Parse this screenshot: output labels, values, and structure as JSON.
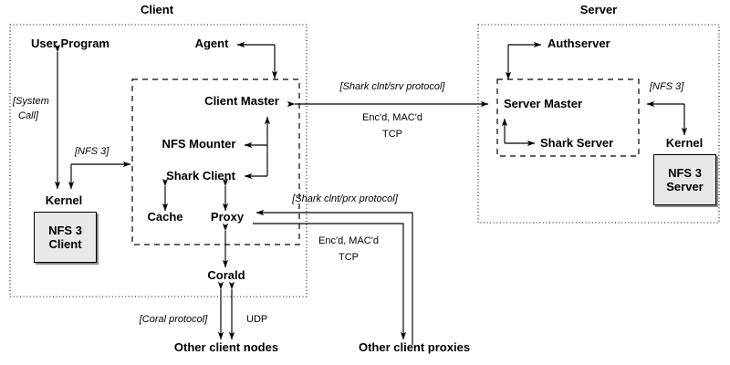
{
  "diagram": {
    "title_left": "Client",
    "title_right": "Server",
    "nodes": {
      "user_program": "User Program",
      "agent": "Agent",
      "client_master": "Client Master",
      "nfs_mounter": "NFS Mounter",
      "shark_client": "Shark Client",
      "cache": "Cache",
      "proxy": "Proxy",
      "corald": "Corald",
      "client_kernel": "Kernel",
      "client_kernel_box_line1": "NFS 3",
      "client_kernel_box_line2": "Client",
      "other_client_nodes": "Other client nodes",
      "other_client_proxies": "Other client proxies",
      "authserver": "Authserver",
      "server_master": "Server Master",
      "shark_server": "Shark Server",
      "server_kernel": "Kernel",
      "server_kernel_box_line1": "NFS 3",
      "server_kernel_box_line2": "Server"
    },
    "edge_labels": {
      "system_call_l1": "[System",
      "system_call_l2": "Call]",
      "nfs3_client": "[NFS 3]",
      "nfs3_server": "[NFS 3]",
      "shark_clnt_srv": "[Shark clnt/srv protocol]",
      "shark_clnt_srv_enc": "Enc'd, MAC'd",
      "shark_clnt_srv_tcp": "TCP",
      "shark_clnt_prx": "[Shark clnt/prx protocol]",
      "shark_clnt_prx_enc": "Enc'd, MAC'd",
      "shark_clnt_prx_tcp": "TCP",
      "coral_protocol": "[Coral protocol]",
      "coral_udp": "UDP"
    },
    "colors": {
      "stroke": "#000000",
      "kernel_box_fill": "#e8e8e8",
      "background": "#ffffff"
    }
  }
}
